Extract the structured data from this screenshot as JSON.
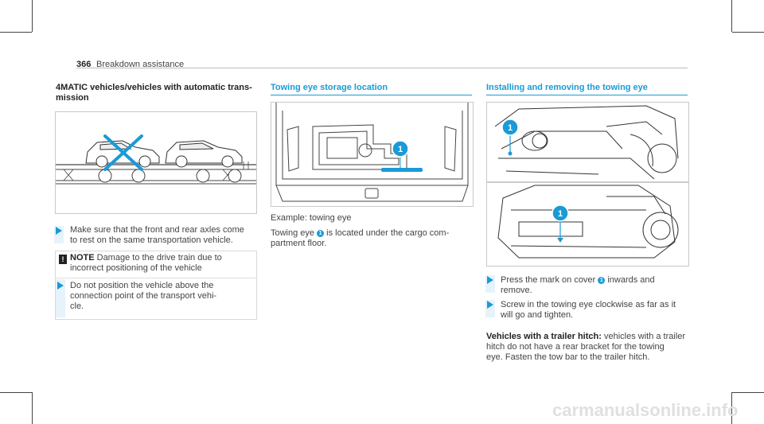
{
  "header": {
    "page_number": "366",
    "section": "Breakdown assistance"
  },
  "col1": {
    "heading_line1": "4MATIC vehicles/vehicles with automatic trans-",
    "heading_line2": "mission",
    "step1_line1": "Make sure that the front and rear axles come",
    "step1_line2": "to rest on the same transportation vehicle.",
    "note": {
      "icon": "!",
      "title": "NOTE",
      "line1": "Damage to the drive train due to",
      "line2": "incorrect positioning of the vehicle",
      "step_line1": "Do not position the vehicle above the",
      "step_line2": "connection point of the transport vehi-",
      "step_line3": "cle."
    }
  },
  "col2": {
    "heading": "Towing eye storage location",
    "figure_callout": "1",
    "caption": "Example: towing eye",
    "body_line1_pre": "Towing eye",
    "body_badge": "1",
    "body_line1_post": "is located under the cargo com-",
    "body_line2": "partment floor."
  },
  "col3": {
    "heading": "Installing and removing the towing eye",
    "figure_callout_top": "1",
    "figure_callout_bottom": "1",
    "step1_pre": "Press the mark on cover",
    "step1_badge": "1",
    "step1_post": "inwards and",
    "step1_line2": "remove.",
    "step2_line1": "Screw in the towing eye clockwise as far as it",
    "step2_line2": "will go and tighten.",
    "trailer_bold": "Vehicles with a trailer hitch:",
    "trailer_line1_rest": "vehicles with a trailer",
    "trailer_line2": "hitch do not have a rear bracket for the towing",
    "trailer_line3": "eye. Fasten the tow bar to the trailer hitch."
  },
  "watermark": "carmanualsonline.info",
  "colors": {
    "accent": "#1a9ad6",
    "stripe": "#e7f3fb"
  },
  "icons": [
    "warning-icon",
    "step-arrow-icon",
    "callout-badge"
  ]
}
